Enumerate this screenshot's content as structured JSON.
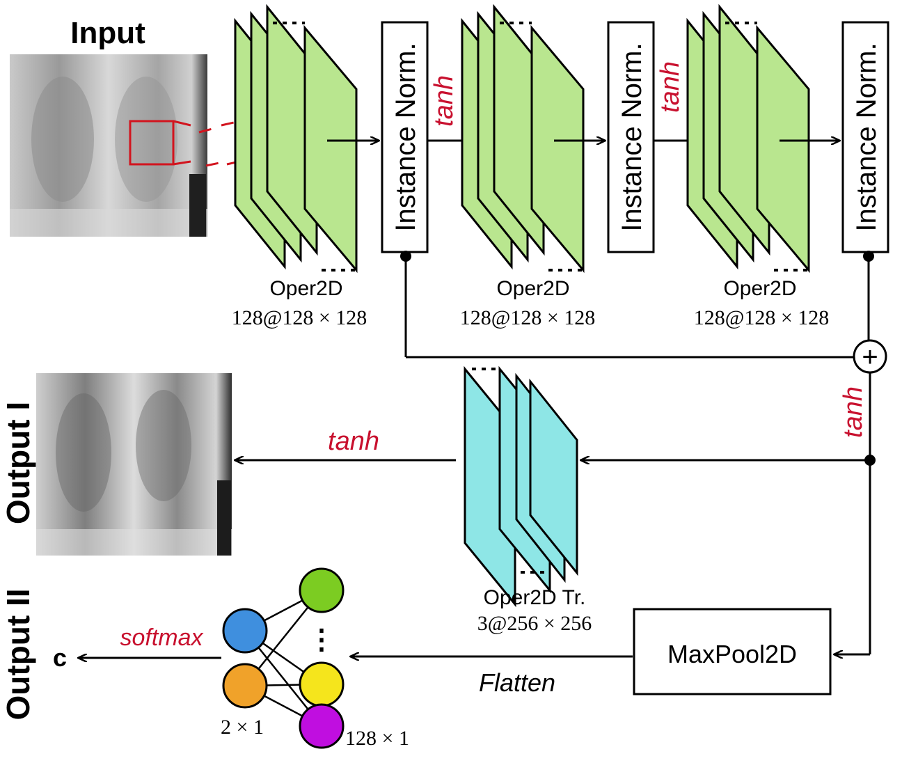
{
  "labels": {
    "input": "Input",
    "output1": "Output I",
    "output2": "Output II",
    "instance_norm": "Instance Norm.",
    "tanh": "tanh",
    "oper2d": "Oper2D",
    "oper2d_dims": "128@128 × 128",
    "oper2d_tr": "Oper2D Tr.",
    "oper2d_tr_dims": "3@256 × 256",
    "maxpool": "MaxPool2D",
    "flatten": "Flatten",
    "softmax": "softmax",
    "class_out": "c",
    "dims_2x1": "2 × 1",
    "dims_128x1": "128 × 1",
    "ellipsis": "⋮",
    "plus": "+"
  },
  "colors": {
    "oper_green": "#b9e68f",
    "oper_cyan": "#8ee6e6",
    "accent_red": "#c8102e",
    "node_blue": "#3f8fde",
    "node_orange": "#f0a22a",
    "node_green": "#7ccc22",
    "node_yellow": "#f5e51c",
    "node_purple": "#c00ee0"
  }
}
